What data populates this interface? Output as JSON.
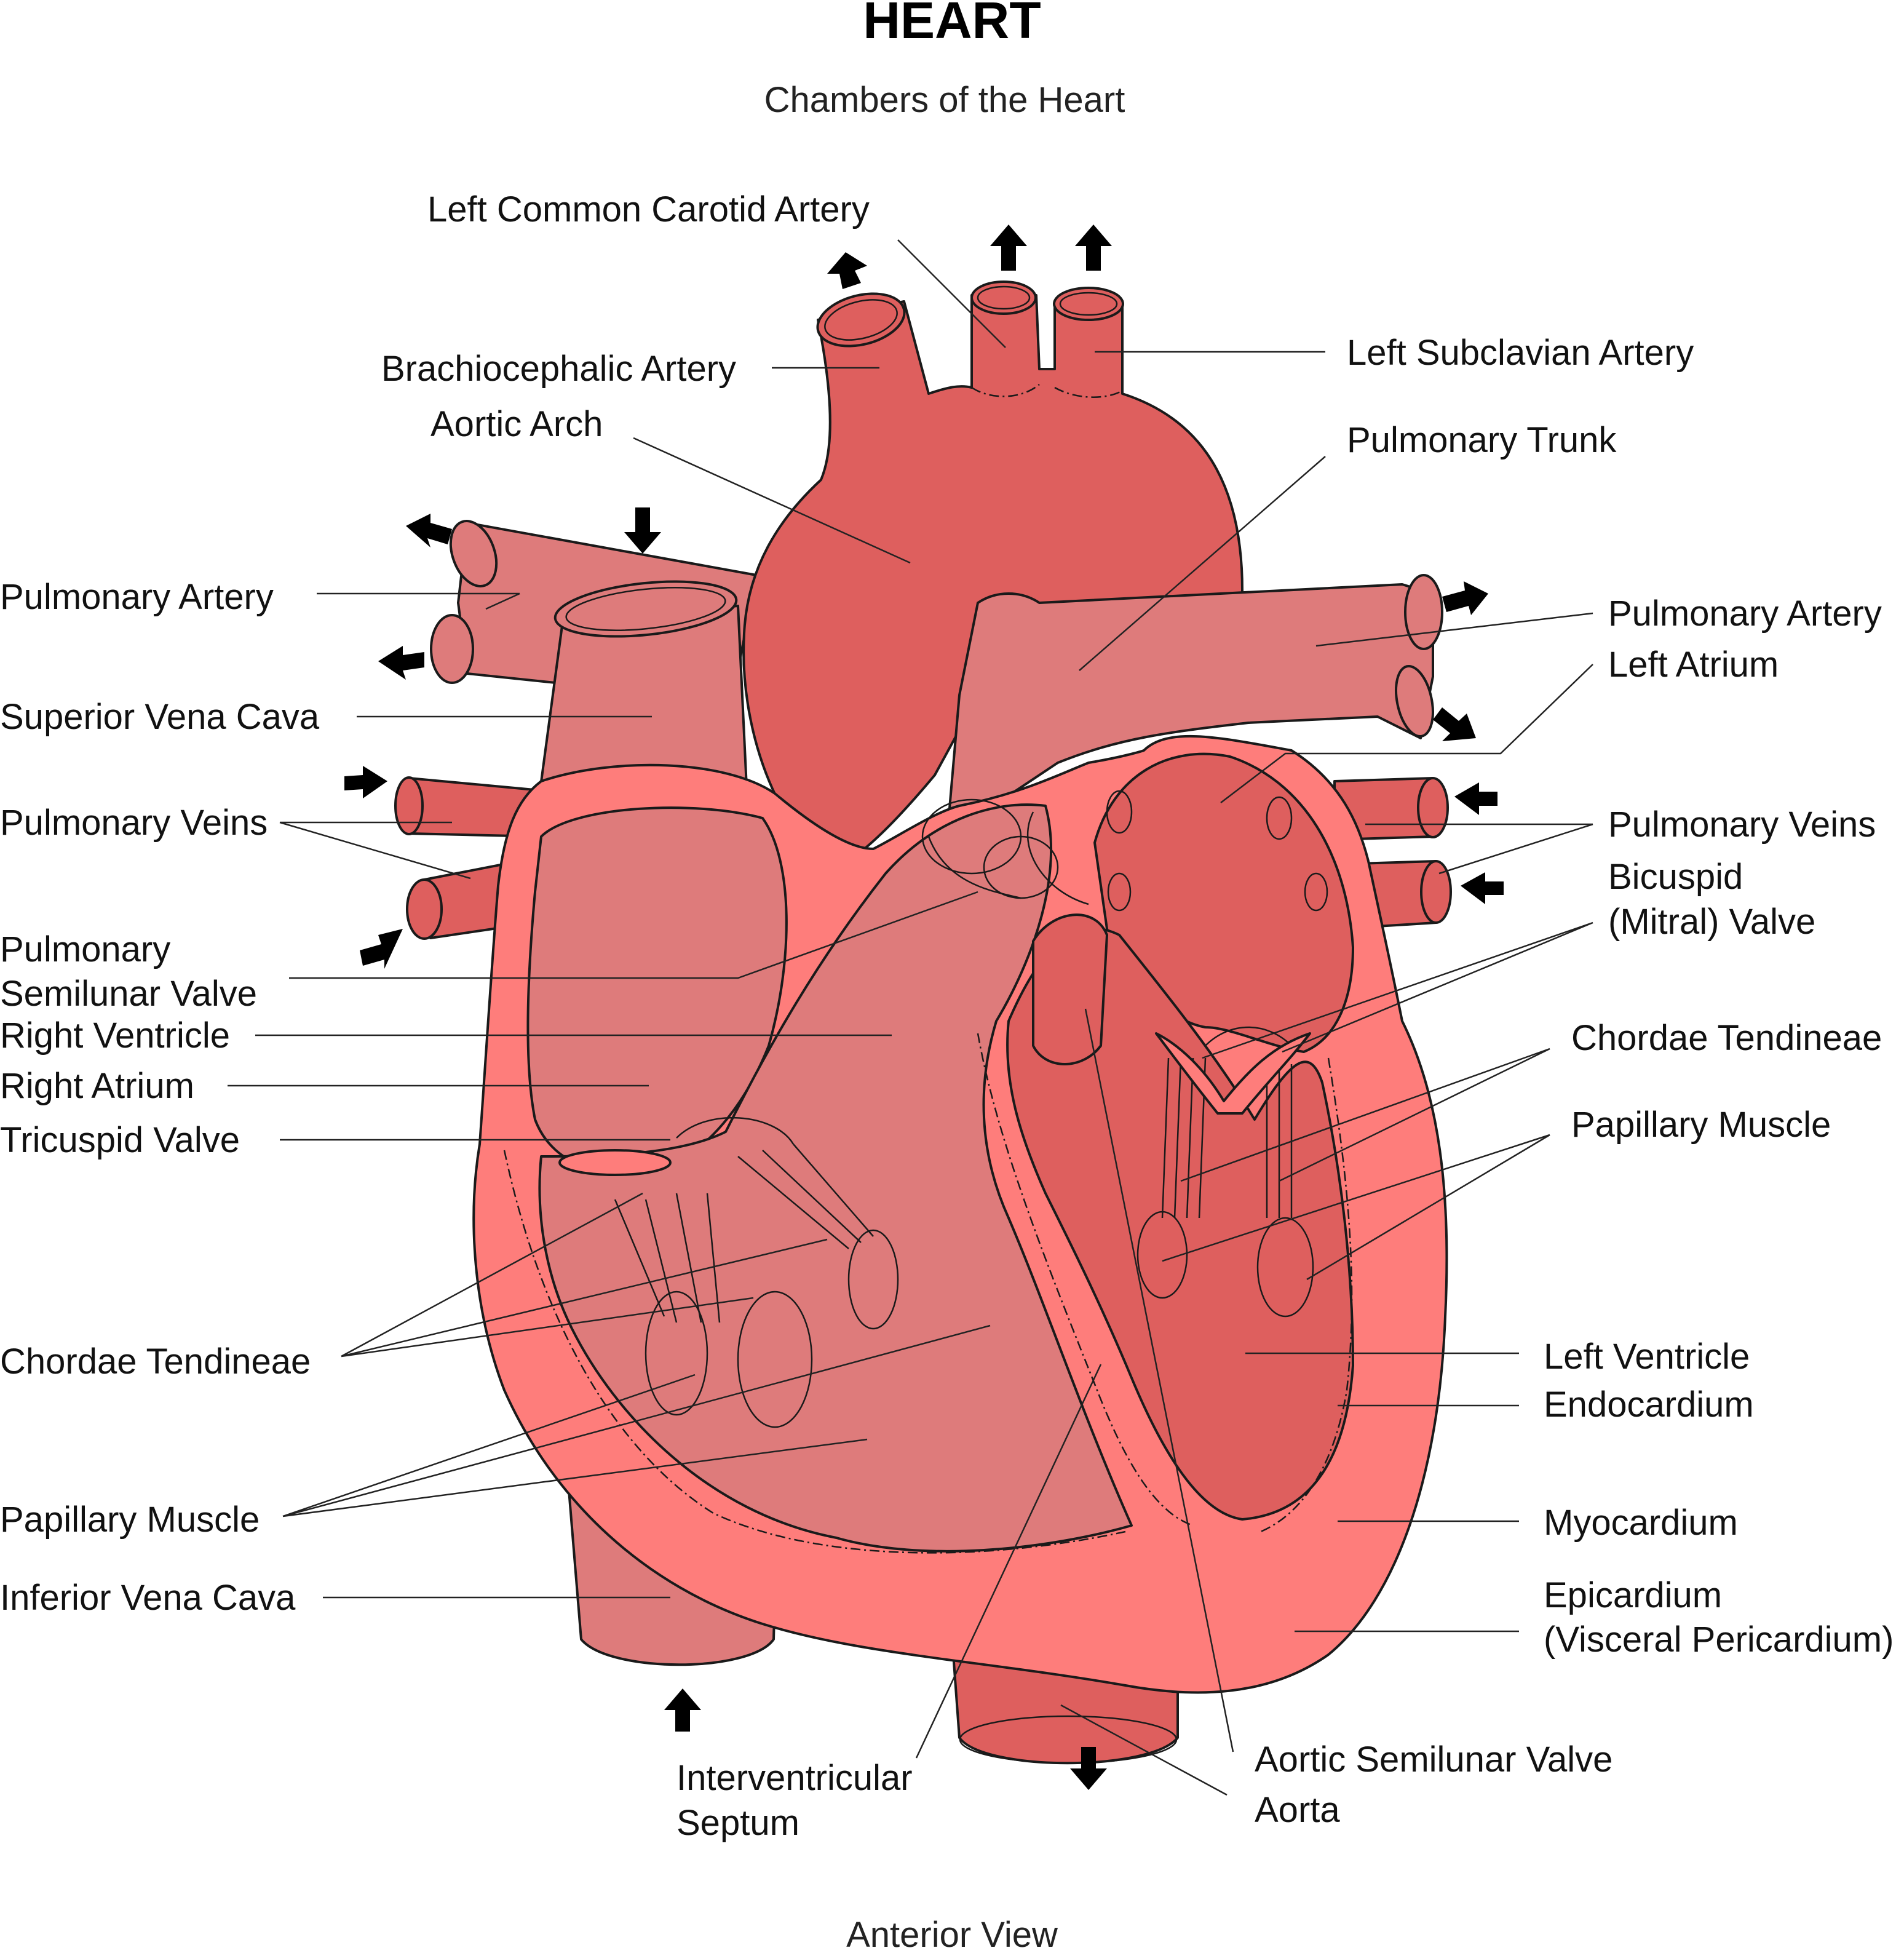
{
  "title": "HEART",
  "subtitle": "Chambers of the Heart",
  "footer": "Anterior View",
  "colors": {
    "dark_red": "#de5f5e",
    "pinkish_red": "#de7b7b",
    "salmon": "#fe7d7b",
    "outline": "#1a1a1a",
    "arrow": "#000000"
  },
  "labels": {
    "left_common_carotid": "Left Common Carotid Artery",
    "brachiocephalic": "Brachiocephalic Artery",
    "aortic_arch": "Aortic Arch",
    "left_subclavian": "Left Subclavian Artery",
    "pulmonary_trunk": "Pulmonary Trunk",
    "pulmonary_artery_left": "Pulmonary Artery",
    "pulmonary_artery_right": "Pulmonary Artery",
    "superior_vena_cava": "Superior Vena Cava",
    "left_atrium": "Left Atrium",
    "pulmonary_veins_left": "Pulmonary Veins",
    "pulmonary_veins_right": "Pulmonary Veins",
    "bicuspid_1": "Bicuspid",
    "bicuspid_2": "(Mitral) Valve",
    "pulm_semilunar_1": "Pulmonary",
    "pulm_semilunar_2": "Semilunar Valve",
    "right_ventricle": "Right Ventricle",
    "right_atrium": "Right Atrium",
    "tricuspid": "Tricuspid Valve",
    "chordae_right": "Chordae Tendineae",
    "papillary_right": "Papillary Muscle",
    "chordae_left": "Chordae Tendineae",
    "papillary_left": "Papillary Muscle",
    "left_ventricle": "Left Ventricle",
    "endocardium": "Endocardium",
    "myocardium": "Myocardium",
    "epicardium_1": "Epicardium",
    "epicardium_2": "(Visceral Pericardium)",
    "inferior_vena_cava": "Inferior Vena Cava",
    "interventricular_1": "Interventricular",
    "interventricular_2": "Septum",
    "aortic_semilunar": "Aortic Semilunar Valve",
    "aorta": "Aorta"
  }
}
